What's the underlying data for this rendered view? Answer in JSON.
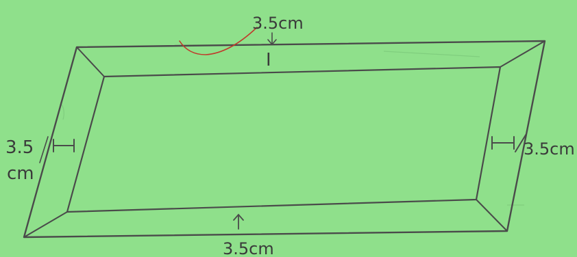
{
  "colors": {
    "paper": "#8fe08b",
    "pencil": "#4a4a4a",
    "pencil_light": "#6a6a6a",
    "red_pen": "#c0392b"
  },
  "labels": {
    "top": "3.5cm",
    "top_tick": "I",
    "left_num": "3.5",
    "left_unit": "cm",
    "right": "3.5cm",
    "bottom": "3.5cm"
  }
}
